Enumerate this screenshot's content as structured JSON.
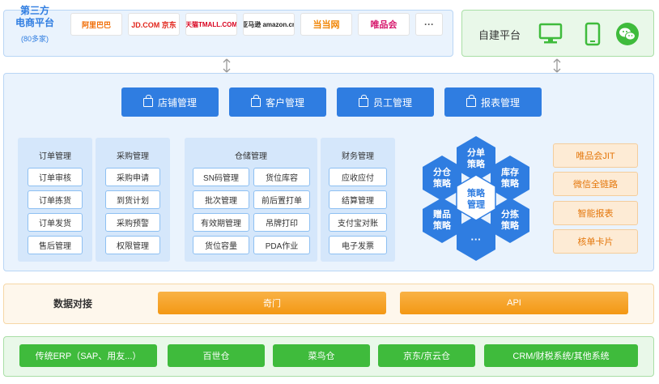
{
  "third_party": {
    "title_line1": "第三方",
    "title_line2": "电商平台",
    "subtitle": "(80多家)",
    "logos": [
      {
        "label": "阿里巴巴",
        "color": "#f06a00"
      },
      {
        "label": "JD.COM 京东",
        "color": "#e1251b"
      },
      {
        "label": "天猫TMALL.COM",
        "color": "#d8001e"
      },
      {
        "label": "亚马逊 amazon.cn",
        "color": "#222222"
      },
      {
        "label": "当当网",
        "color": "#f08300"
      },
      {
        "label": "唯品会",
        "color": "#d6166b"
      },
      {
        "label": "···",
        "color": "#555555"
      }
    ]
  },
  "self_platform": {
    "title": "自建平台",
    "icons": [
      "monitor-icon",
      "phone-icon",
      "wechat-icon"
    ],
    "color": "#3fbb3c"
  },
  "top_buttons": [
    "店铺管理",
    "客户管理",
    "员工管理",
    "报表管理"
  ],
  "modules": {
    "order": {
      "title": "订单管理",
      "items": [
        "订单审核",
        "订单拣货",
        "订单发货",
        "售后管理"
      ]
    },
    "purchase": {
      "title": "采购管理",
      "items": [
        "采购申请",
        "到货计划",
        "采购预警",
        "权限管理"
      ]
    },
    "warehouse": {
      "title": "仓储管理",
      "items": [
        "SN码管理",
        "货位库容",
        "批次管理",
        "前后置打单",
        "有效期管理",
        "吊牌打印",
        "货位容量",
        "PDA作业"
      ]
    },
    "finance": {
      "title": "财务管理",
      "items": [
        "应收应付",
        "结算管理",
        "支付宝对账",
        "电子发票"
      ]
    }
  },
  "strategy": {
    "center": "策略\n管理",
    "top": "分单\n策略",
    "upper_left": "分仓\n策略",
    "upper_right": "库存\n策略",
    "lower_left": "赠品\n策略",
    "lower_right": "分拣\n策略",
    "bottom": "···",
    "color": "#2f7de1"
  },
  "side_buttons": [
    "唯品会JIT",
    "微信全链路",
    "智能报表",
    "核单卡片"
  ],
  "data_docking": {
    "label": "数据对接",
    "bars": [
      "奇门",
      "API"
    ]
  },
  "bottom_systems": [
    "传统ERP（SAP、用友...）",
    "百世仓",
    "菜鸟仓",
    "京东/京云仓",
    "CRM/财税系统/其他系统"
  ]
}
